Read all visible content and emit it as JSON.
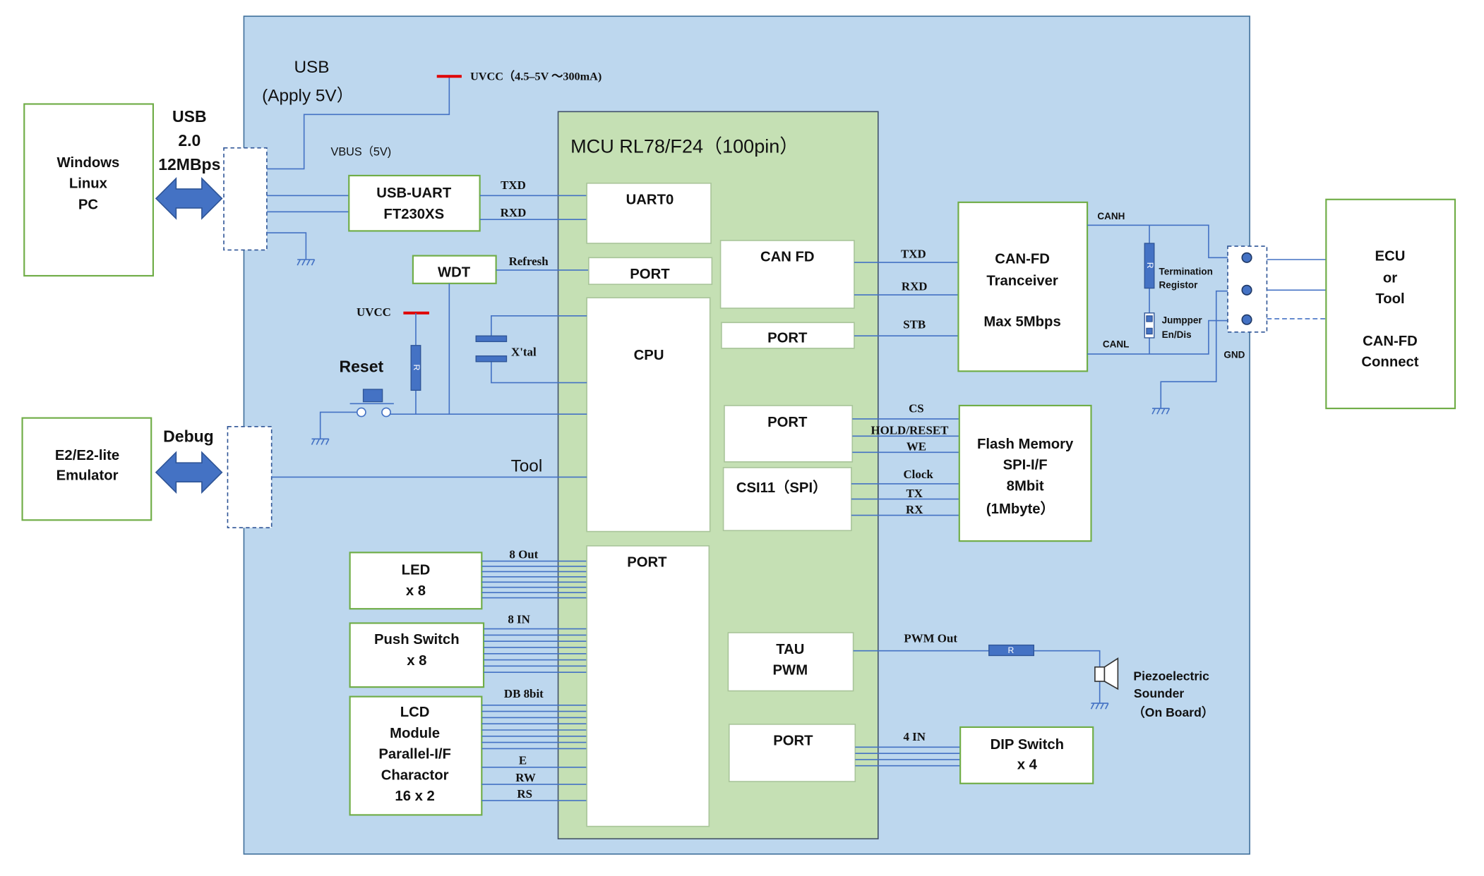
{
  "diagram": {
    "mcu_title": "MCU RL78/F24（100pin）",
    "host_pc": [
      "Windows",
      "Linux",
      "PC"
    ],
    "usb_link": [
      "USB",
      "2.0",
      "12MBps"
    ],
    "usb_power": [
      "USB",
      "(Apply 5V）"
    ],
    "uvcc_usb": "UVCC（4.5–5V ～300mA)",
    "vbus": "VBUS（5V)",
    "usb_uart": [
      "USB-UART",
      "FT230XS"
    ],
    "uart_signals": [
      "TXD",
      "RXD"
    ],
    "uart0": "UART0",
    "wdt": "WDT",
    "refresh": "Refresh",
    "port_wdt": "PORT",
    "cpu": "CPU",
    "xtal": "X'tal",
    "reset": "Reset",
    "uvcc_reset": "UVCC",
    "resistor_label": "R",
    "emulator": [
      "E2/E2-lite",
      "Emulator"
    ],
    "debug": "Debug",
    "tool": "Tool",
    "led": [
      "LED",
      "x 8"
    ],
    "led_bus": "8 Out",
    "push_switch": [
      "Push Switch",
      "x 8"
    ],
    "push_bus": "8 IN",
    "lcd": [
      "LCD",
      "Module",
      "Parallel-I/F",
      "Charactor",
      "16 x 2"
    ],
    "lcd_bus": "DB 8bit",
    "lcd_signals": [
      "E",
      "RW",
      "RS"
    ],
    "port_io": "PORT",
    "can_fd": "CAN FD",
    "can_signals": [
      "TXD",
      "RXD",
      "STB"
    ],
    "port_stb": "PORT",
    "can_transceiver": [
      "CAN-FD",
      "Tranceiver",
      "Max 5Mbps"
    ],
    "canh": "CANH",
    "canl": "CANL",
    "termination": [
      "Termination",
      "Registor"
    ],
    "jumper": [
      "Jumpper",
      "En/Dis"
    ],
    "gnd": "GND",
    "ecu": [
      "ECU",
      "or",
      "Tool",
      "CAN-FD",
      "Connect"
    ],
    "port_flash": "PORT",
    "csi": "CSI11（SPI）",
    "flash_signals": [
      "CS",
      "HOLD/RESET",
      "WE",
      "Clock",
      "TX",
      "RX"
    ],
    "flash": [
      "Flash Memory",
      "SPI-I/F",
      "8Mbit",
      "(1Mbyte）"
    ],
    "tau": [
      "TAU",
      "PWM"
    ],
    "pwm_out": "PWM Out",
    "sounder": [
      "Piezoelectric",
      "Sounder",
      "（On Board）"
    ],
    "port_dip": "PORT",
    "dip_bus": "4 IN",
    "dip": [
      "DIP Switch",
      "x 4"
    ]
  },
  "colors": {
    "board": "#bdd7ee",
    "mcu": "#c5e0b4",
    "module": "#70ad47",
    "wire": "#4472c4",
    "power": "#e00000",
    "connector": "#2f5597"
  }
}
